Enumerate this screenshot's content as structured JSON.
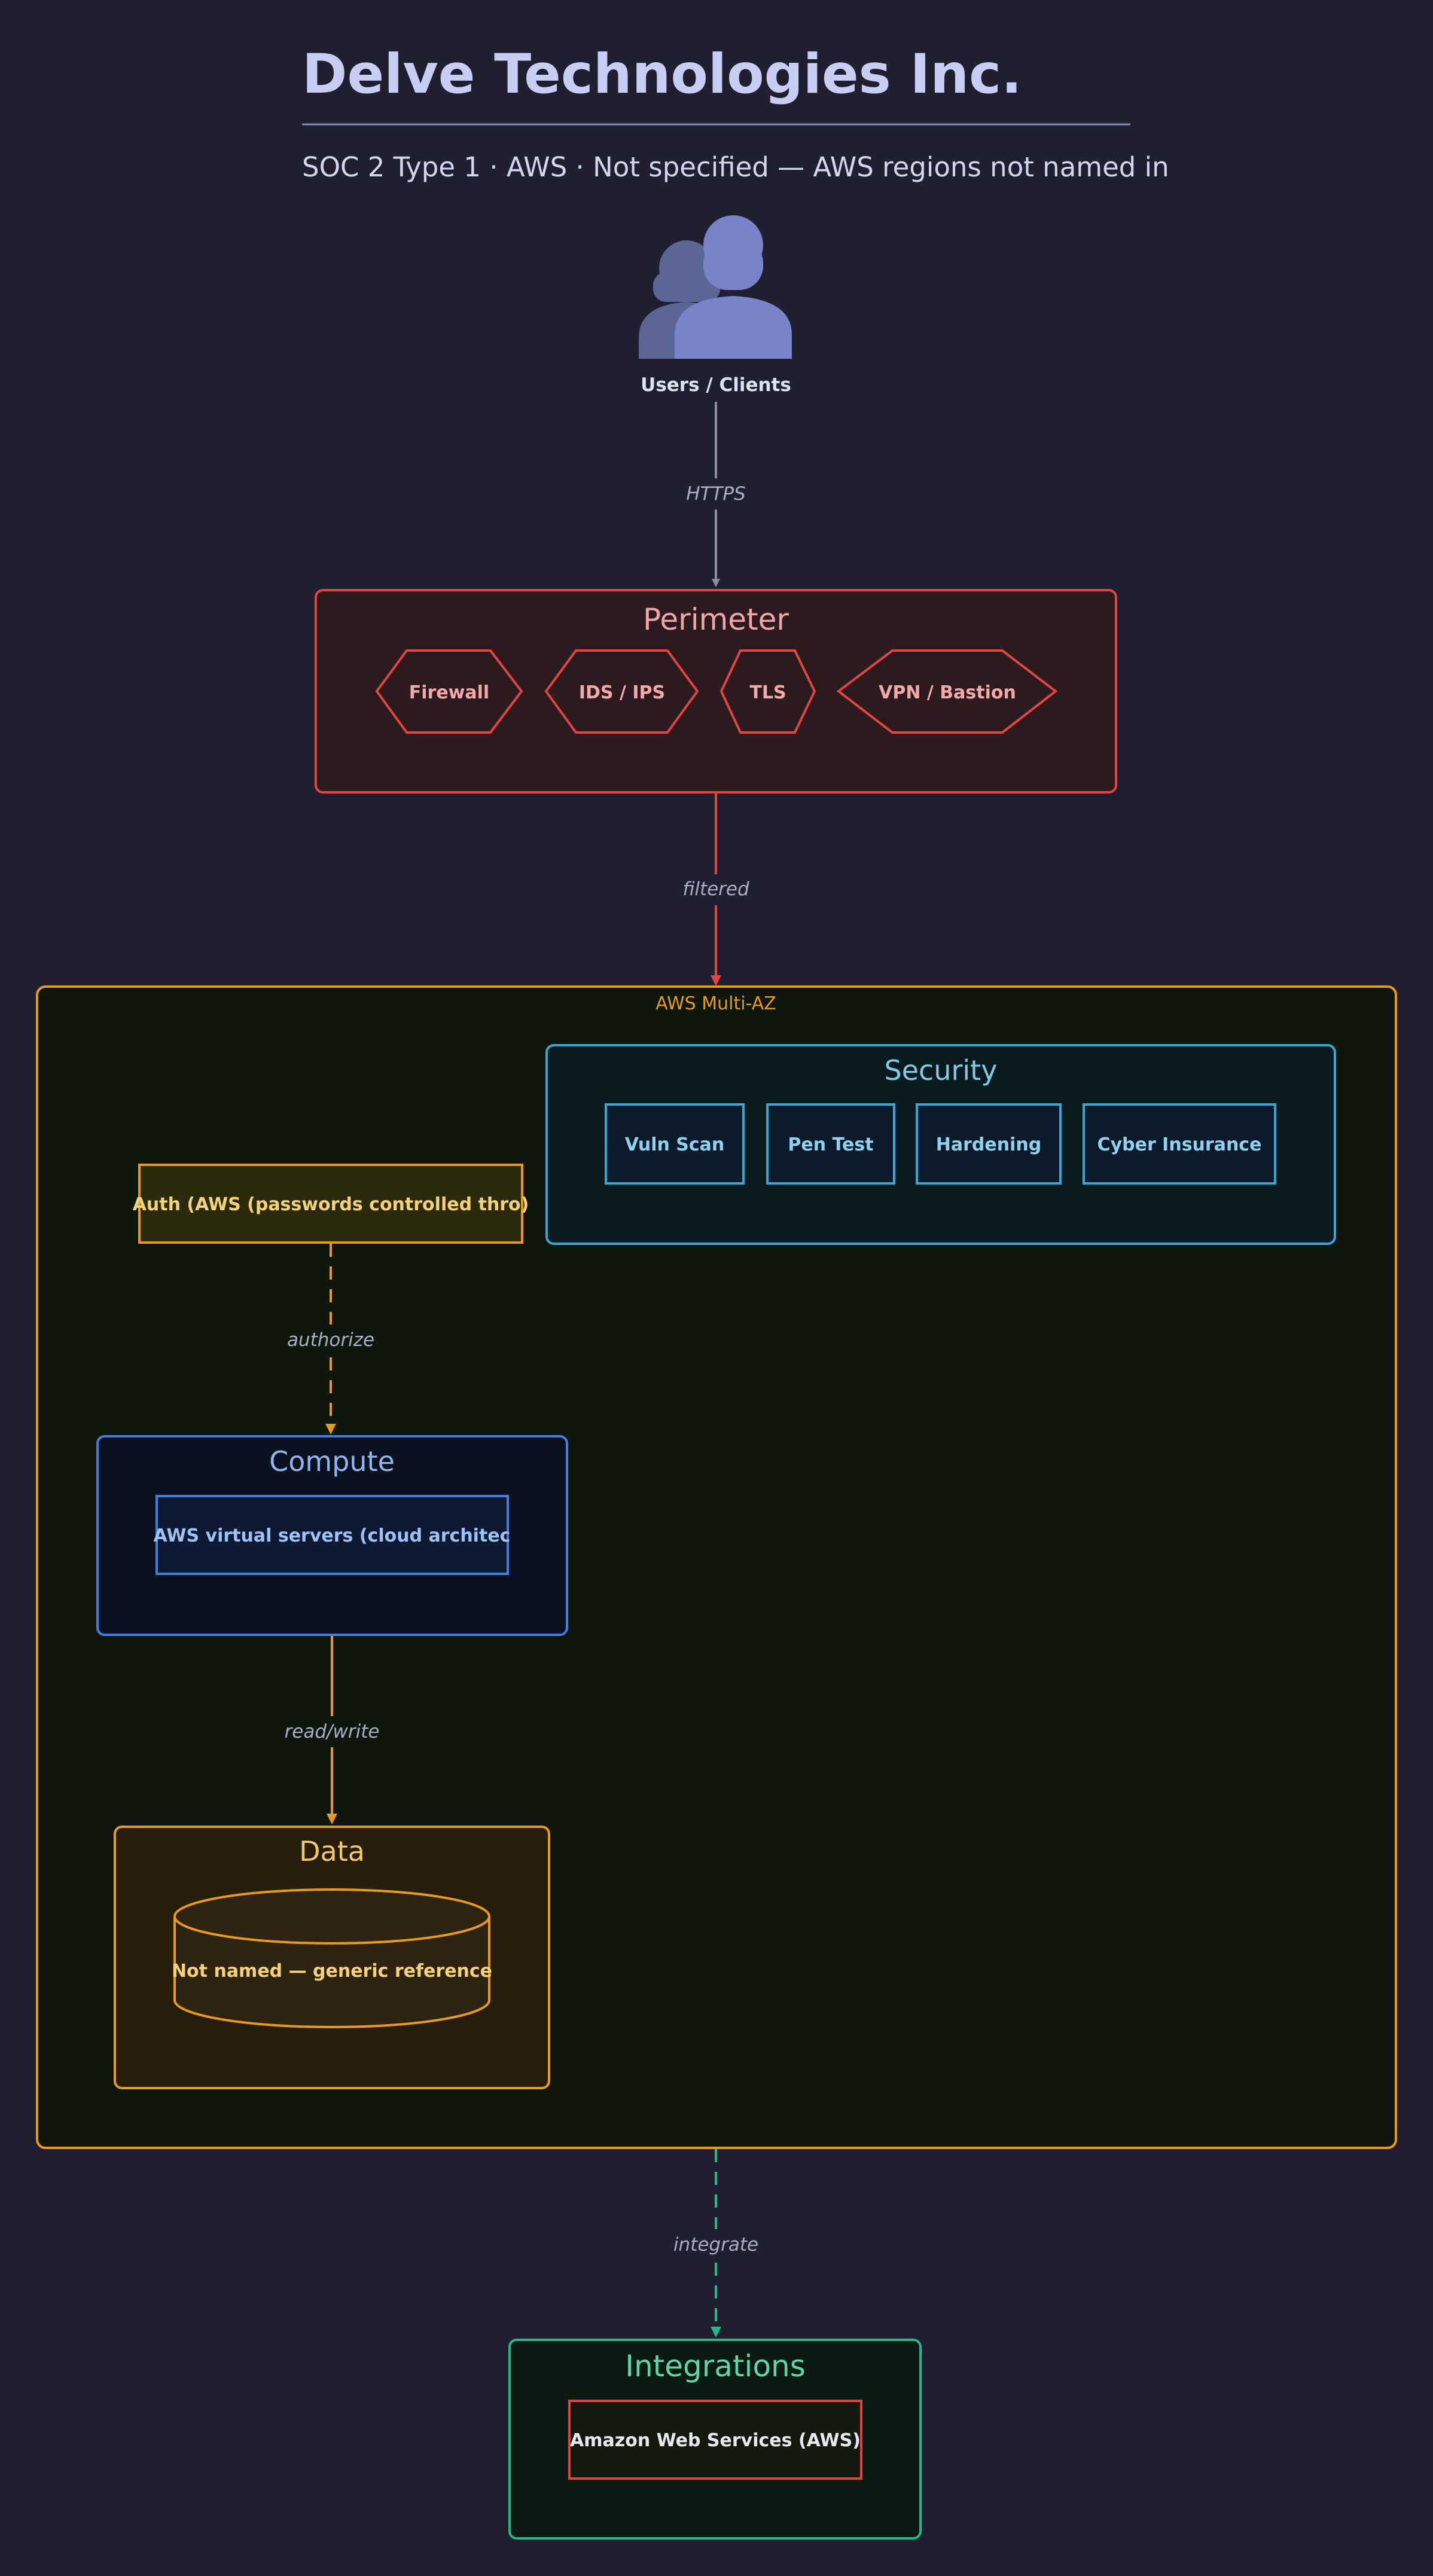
{
  "header": {
    "title": "Delve Technologies Inc.",
    "subtitle": "SOC 2 Type 1 · AWS · Not specified — AWS regions not named in"
  },
  "users": {
    "label": "Users / Clients",
    "icon": "users-icon"
  },
  "edges": {
    "https": "HTTPS",
    "filtered": "filtered",
    "authorize": "authorize",
    "readwrite": "read/write",
    "integrate": "integrate"
  },
  "perimeter": {
    "title": "Perimeter",
    "items": [
      "Firewall",
      "IDS / IPS",
      "TLS",
      "VPN / Bastion"
    ]
  },
  "cloud": {
    "label": "AWS Multi-AZ"
  },
  "security": {
    "title": "Security",
    "items": [
      "Vuln Scan",
      "Pen Test",
      "Hardening",
      "Cyber Insurance"
    ]
  },
  "auth": {
    "label": "Auth (AWS (passwords controlled thro)"
  },
  "compute": {
    "title": "Compute",
    "item": "AWS virtual servers (cloud architec"
  },
  "data_store": {
    "title": "Data",
    "item": "Not named — generic reference"
  },
  "integrations": {
    "title": "Integrations",
    "item": "Amazon Web Services (AWS)"
  },
  "colors": {
    "background": "#1f1f2f",
    "perimeter": "#e0453f",
    "security": "#3aa6d6",
    "cloud": "#e89a1c",
    "compute": "#3f7fe0",
    "integrations": "#23b98a"
  }
}
